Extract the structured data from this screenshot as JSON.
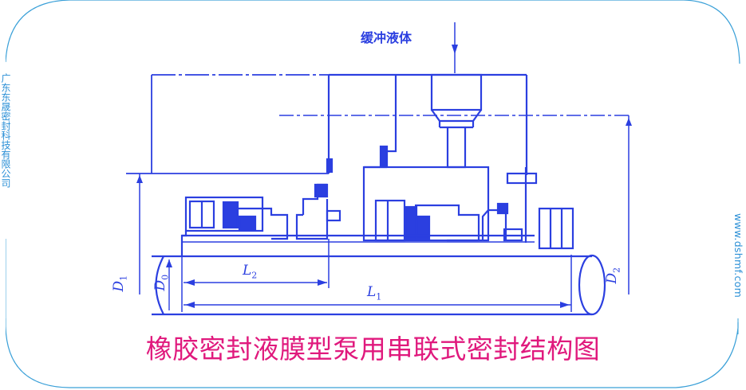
{
  "title": "橡胶密封液膜型泵用串联式密封结构图",
  "watermark_left": "广东东晟密封科技有限公司",
  "watermark_right": "www.dshmf.com",
  "annotations": {
    "buffer_fluid": "缓冲液体"
  },
  "dimensions": {
    "D1": {
      "letter": "D",
      "sub": "1"
    },
    "D0": {
      "letter": "D",
      "sub": "0"
    },
    "D2": {
      "letter": "D",
      "sub": "2"
    },
    "L1": {
      "letter": "L",
      "sub": "1"
    },
    "L2": {
      "letter": "L",
      "sub": "2"
    }
  },
  "colors": {
    "drawing": "#2b3fe0",
    "caption": "#e0197d",
    "frame": "#3aa0d8",
    "watermark": "#2a8fd6"
  }
}
